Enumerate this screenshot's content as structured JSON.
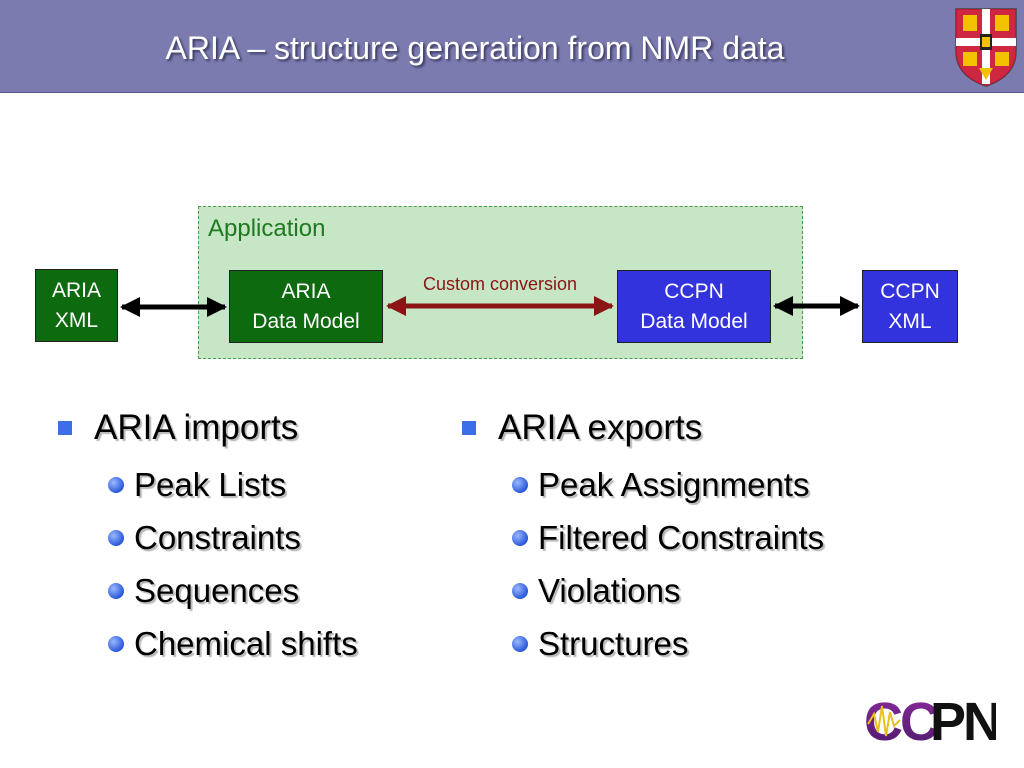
{
  "slide": {
    "title": "ARIA – structure generation from NMR data"
  },
  "diagram": {
    "container_label": "Application",
    "nodes": {
      "aria_xml": [
        "ARIA",
        "XML"
      ],
      "aria_data_model": [
        "ARIA",
        "Data Model"
      ],
      "ccpn_data_model": [
        "CCPN",
        "Data Model"
      ],
      "ccpn_xml": [
        "CCPN",
        "XML"
      ]
    },
    "conversion_label": "Custom conversion",
    "colors": {
      "container_fill": "#c6e6c6",
      "aria_node": "#0e6a0e",
      "ccpn_node": "#3333dd",
      "conversion_arrow": "#8b1414",
      "io_arrow": "#000000"
    }
  },
  "lists": {
    "left": {
      "heading": "ARIA imports",
      "items": [
        "Peak Lists",
        "Constraints",
        "Sequences",
        "Chemical shifts"
      ]
    },
    "right": {
      "heading": "ARIA exports",
      "items": [
        "Peak Assignments",
        "Filtered Constraints",
        "Violations",
        "Structures"
      ]
    }
  },
  "logos": {
    "bottom_right": "CCPN",
    "top_right": "university-crest"
  }
}
